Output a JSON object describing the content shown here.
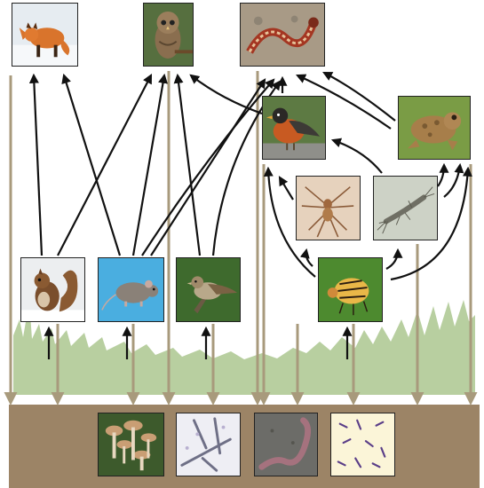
{
  "diagram": {
    "type": "food-web",
    "nodes": [
      {
        "id": "fox",
        "icon": "fox-photo"
      },
      {
        "id": "owl",
        "icon": "owl-photo"
      },
      {
        "id": "snake",
        "icon": "garter-snake-photo"
      },
      {
        "id": "robin",
        "icon": "robin-photo"
      },
      {
        "id": "toad",
        "icon": "toad-photo"
      },
      {
        "id": "spider",
        "icon": "spider-photo"
      },
      {
        "id": "silverfish",
        "icon": "silverfish-photo"
      },
      {
        "id": "squirrel",
        "icon": "squirrel-photo"
      },
      {
        "id": "mouse",
        "icon": "mouse-photo"
      },
      {
        "id": "sparrow",
        "icon": "sparrow-photo"
      },
      {
        "id": "beetle",
        "icon": "potato-beetle-photo"
      },
      {
        "id": "fungi",
        "icon": "mushrooms-photo"
      },
      {
        "id": "mold",
        "icon": "mold-microscopy-photo"
      },
      {
        "id": "earthworm",
        "icon": "earthworm-photo"
      },
      {
        "id": "bacteria",
        "icon": "bacteria-microscopy-photo"
      }
    ],
    "colors": {
      "soil": "#9c8466",
      "decay_arrow": "#a89a7c",
      "grass": "#b8cfa0",
      "feeding_arrow": "#111111"
    }
  }
}
